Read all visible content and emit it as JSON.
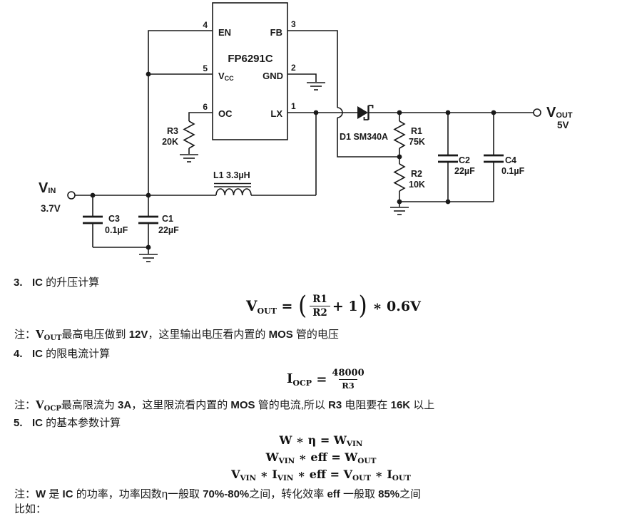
{
  "circuit": {
    "ic": {
      "name": "FP6291C",
      "pin_numbers": {
        "p1": "1",
        "p2": "2",
        "p3": "3",
        "p4": "4",
        "p5": "5",
        "p6": "6"
      },
      "pin_labels": {
        "en": "EN",
        "fb": "FB",
        "vcc_main": "V",
        "vcc_sub": "CC",
        "gnd": "GND",
        "oc": "OC",
        "lx": "LX"
      }
    },
    "vin": {
      "main": "V",
      "sub": "IN",
      "value": "3.7V"
    },
    "vout": {
      "main": "V",
      "sub": "OUT",
      "value": "5V"
    },
    "r3": {
      "ref": "R3",
      "value": "20K"
    },
    "r1": {
      "ref": "R1",
      "value": "75K"
    },
    "r2": {
      "ref": "R2",
      "value": "10K"
    },
    "c1": {
      "ref": "C1",
      "value": "22µF"
    },
    "c2": {
      "ref": "C2",
      "value": "22µF"
    },
    "c3": {
      "ref": "C3",
      "value": "0.1µF"
    },
    "c4": {
      "ref": "C4",
      "value": "0.1µF"
    },
    "l1": {
      "label": "L1  3.3µH"
    },
    "d1": {
      "label": "D1  SM340A"
    }
  },
  "doc": {
    "sections": [
      {
        "num": "3.",
        "title": [
          {
            "t": "IC",
            "b": true
          },
          {
            "t": " 的升压计算"
          }
        ]
      },
      {
        "num": "4.",
        "title": [
          {
            "t": "IC",
            "b": true
          },
          {
            "t": " 的限电流计算"
          }
        ]
      },
      {
        "num": "5.",
        "title": [
          {
            "t": "IC",
            "b": true
          },
          {
            "t": " 的基本参数计算"
          }
        ]
      }
    ],
    "f_boost": {
      "lhs": "V",
      "lhs_sub": "OUT",
      "eq": "=",
      "open": "(",
      "num": "R1",
      "den": "R2",
      "plus": "+ 1",
      "close": ")",
      "tail": "∗ 0.6V"
    },
    "f_ocp": {
      "lhs": "I",
      "lhs_sub": "OCP",
      "eq": "=",
      "num": "48000",
      "den": "R3"
    },
    "f_params": [
      [
        {
          "t": "W"
        },
        {
          "t": " ∗ η = "
        },
        {
          "t": "W",
          "sub": "VIN"
        }
      ],
      [
        {
          "t": "W",
          "sub": "VIN"
        },
        {
          "t": " ∗ eff = "
        },
        {
          "t": "W",
          "sub": "OUT"
        }
      ],
      [
        {
          "t": "V",
          "sub": "VIN"
        },
        {
          "t": " ∗ "
        },
        {
          "t": "I",
          "sub": "VIN"
        },
        {
          "t": " ∗ eff = "
        },
        {
          "t": "V",
          "sub": "OUT"
        },
        {
          "t": " ∗ "
        },
        {
          "t": "I",
          "sub": "OUT"
        }
      ]
    ],
    "note3": [
      {
        "t": "注："
      },
      {
        "t": "V",
        "b": true,
        "m": true,
        "sub": "OUT"
      },
      {
        "t": "最高电压做到 "
      },
      {
        "t": "12V",
        "b": true
      },
      {
        "t": "，这里输出电压看内置的 "
      },
      {
        "t": "MOS",
        "b": true
      },
      {
        "t": " 管的电压"
      }
    ],
    "note4": [
      {
        "t": "注："
      },
      {
        "t": "V",
        "b": true,
        "m": true,
        "sub": "OCP"
      },
      {
        "t": "最高限流为 "
      },
      {
        "t": "3A",
        "b": true
      },
      {
        "t": "，这里限流看内置的 "
      },
      {
        "t": "MOS",
        "b": true
      },
      {
        "t": " 管的电流,所以 "
      },
      {
        "t": "R3",
        "b": true
      },
      {
        "t": " 电阻要在 "
      },
      {
        "t": "16K",
        "b": true
      },
      {
        "t": " 以上"
      }
    ],
    "note5": [
      {
        "t": "注："
      },
      {
        "t": "W",
        "b": true
      },
      {
        "t": " 是 "
      },
      {
        "t": "IC",
        "b": true
      },
      {
        "t": " 的功率，功率因数η一般取 "
      },
      {
        "t": "70%-80%",
        "b": true
      },
      {
        "t": "之间，转化效率 "
      },
      {
        "t": "eff",
        "b": true
      },
      {
        "t": " 一般取 "
      },
      {
        "t": "85%",
        "b": true
      },
      {
        "t": "之间"
      }
    ],
    "closing": "比如："
  }
}
